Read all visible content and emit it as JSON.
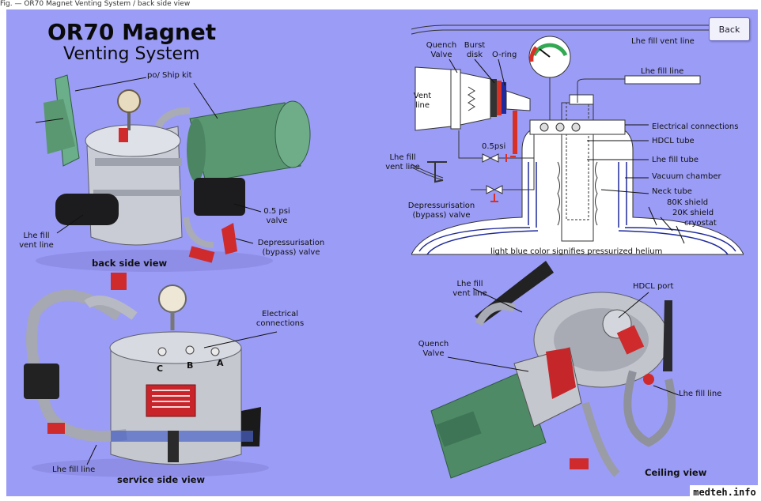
{
  "header": {
    "strip_text": "Fig. — OR70 Magnet Venting System / back side view",
    "title": "OR70 Magnet",
    "subtitle": "Venting System",
    "back_label": "Back",
    "watermark": "medteh.info"
  },
  "back_view": {
    "caption": "back side view",
    "labels": {
      "ship_kit": "po/ Ship kit",
      "psi_valve": "0.5 psi\nvalve",
      "lhe_fill_vent": "Lhe fill\nvent line",
      "depress": "Depressurisation\n(bypass) valve"
    }
  },
  "service_view": {
    "caption": "service side view",
    "labels": {
      "electrical": "Electrical\nconnections",
      "lhe_fill": "Lhe fill line",
      "c": "C",
      "b": "B",
      "a": "A"
    }
  },
  "ceiling_view": {
    "caption": "Ceiling view",
    "labels": {
      "lhe_fill_vent": "Lhe fill\nvent line",
      "hdcl": "HDCL port",
      "quench": "Quench\nValve",
      "lhe_fill": "Lhe fill line"
    }
  },
  "diagram": {
    "labels": {
      "quench": "Quench\nValve",
      "burst": "Burst\ndisk",
      "oring": "O-ring",
      "lhe_fill_vent_top": "Lhe fill vent line",
      "lhe_fill_top": "Lhe fill line",
      "vent_line": "Vent\nline",
      "psi": "0.5psi",
      "lhe_fill_vent_left": "Lhe fill\nvent line",
      "depress": "Depressurisation\n(bypass) valve",
      "electrical": "Electrical connections",
      "hdcl_tube": "HDCL tube",
      "lhe_fill_tube": "Lhe fill tube",
      "vacuum": "Vacuum chamber",
      "neck": "Neck tube",
      "shield80": "80K shield",
      "shield20": "20K shield",
      "cryostat": "cryostat",
      "pressurized": "light blue color signifies pressurized helium"
    }
  },
  "colors": {
    "panel": "#9b9cf6",
    "steel": "#b9bcc6",
    "green": "#4f8a66",
    "red": "#c0282a",
    "blue_line": "#1f2a9c"
  }
}
